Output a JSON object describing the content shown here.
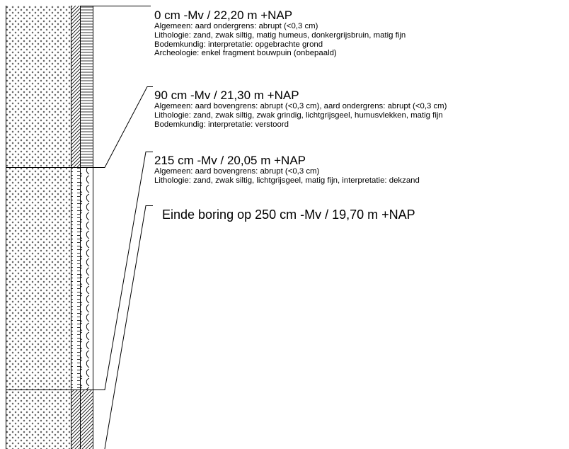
{
  "layers": [
    {
      "heading": "0 cm -Mv / 22,20 m +NAP",
      "lines": [
        "Algemeen: aard ondergrens: abrupt (<0,3 cm)",
        "Lithologie: zand, zwak siltig, matig humeus, donkergrijsbruin, matig fijn",
        "Bodemkundig: interpretatie: opgebrachte grond",
        "Archeologie: enkel fragment bouwpuin (onbepaald)"
      ]
    },
    {
      "heading": "90 cm -Mv / 21,30 m +NAP",
      "lines": [
        "Algemeen: aard bovengrens: abrupt (<0,3 cm), aard ondergrens: abrupt (<0,3 cm)",
        "Lithologie: zand, zwak siltig, zwak grindig, lichtgrijsgeel, humusvlekken, matig fijn",
        "Bodemkundig: interpretatie: verstoord"
      ]
    },
    {
      "heading": "215 cm -Mv / 20,05 m +NAP",
      "lines": [
        "Algemeen: aard bovengrens: abrupt (<0,3 cm)",
        "Lithologie: zand, zwak siltig, lichtgrijsgeel, matig fijn, interpretatie: dekzand"
      ]
    }
  ],
  "end_note": "Einde boring op 250 cm -Mv / 19,70 m +NAP",
  "colors": {
    "line": "#000000",
    "background": "#ffffff"
  }
}
